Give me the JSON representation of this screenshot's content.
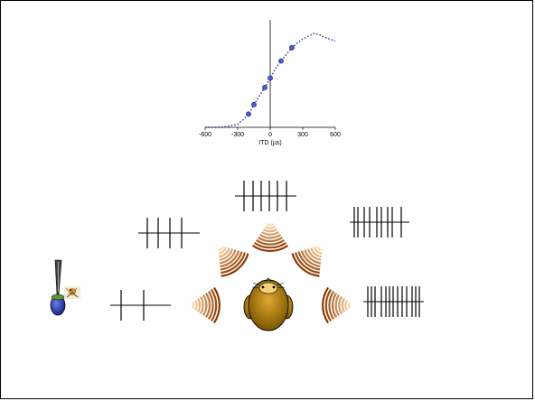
{
  "chart_data": {
    "type": "line",
    "xlabel": "ITD (µs)",
    "x_ticks": [
      "-600",
      "-300",
      "0",
      "300",
      "600"
    ],
    "xlim": [
      -600,
      600
    ],
    "ylim": [
      0,
      1
    ],
    "grid": false,
    "series": [
      {
        "style": "dotted",
        "color": "#33339a",
        "x": [
          -600,
          -450,
          -300,
          -250,
          -200,
          -150,
          -100,
          -50,
          0,
          50,
          100,
          150,
          200,
          250,
          300,
          350,
          400,
          450,
          500,
          550,
          600
        ],
        "y": [
          0.0,
          0.0,
          0.03,
          0.08,
          0.14,
          0.24,
          0.33,
          0.42,
          0.52,
          0.62,
          0.7,
          0.77,
          0.84,
          0.89,
          0.93,
          0.96,
          0.99,
          0.98,
          0.95,
          0.93,
          0.91
        ]
      }
    ],
    "points": {
      "x": [
        -200,
        -150,
        -50,
        0,
        100,
        200
      ],
      "y": [
        0.14,
        0.24,
        0.42,
        0.52,
        0.7,
        0.84
      ]
    }
  },
  "colors": {
    "curve": "#33339a",
    "points": "#4a5fd6",
    "sound_light": "#ffd9a8",
    "sound_dark": "#8b3a00",
    "head": "#b8860b",
    "electrode": "#333333"
  },
  "diagram": {
    "spike_trains": [
      {
        "name": "far-left",
        "spikes": 2
      },
      {
        "name": "left",
        "spikes": 4
      },
      {
        "name": "front",
        "spikes": 6
      },
      {
        "name": "right",
        "spikes": 9
      },
      {
        "name": "far-right",
        "spikes": 13
      }
    ],
    "sound_sources": [
      "far-left",
      "left",
      "front",
      "right",
      "far-right"
    ],
    "icons": [
      "electrode-icon",
      "owl-head-icon",
      "small-bird-icon"
    ]
  }
}
